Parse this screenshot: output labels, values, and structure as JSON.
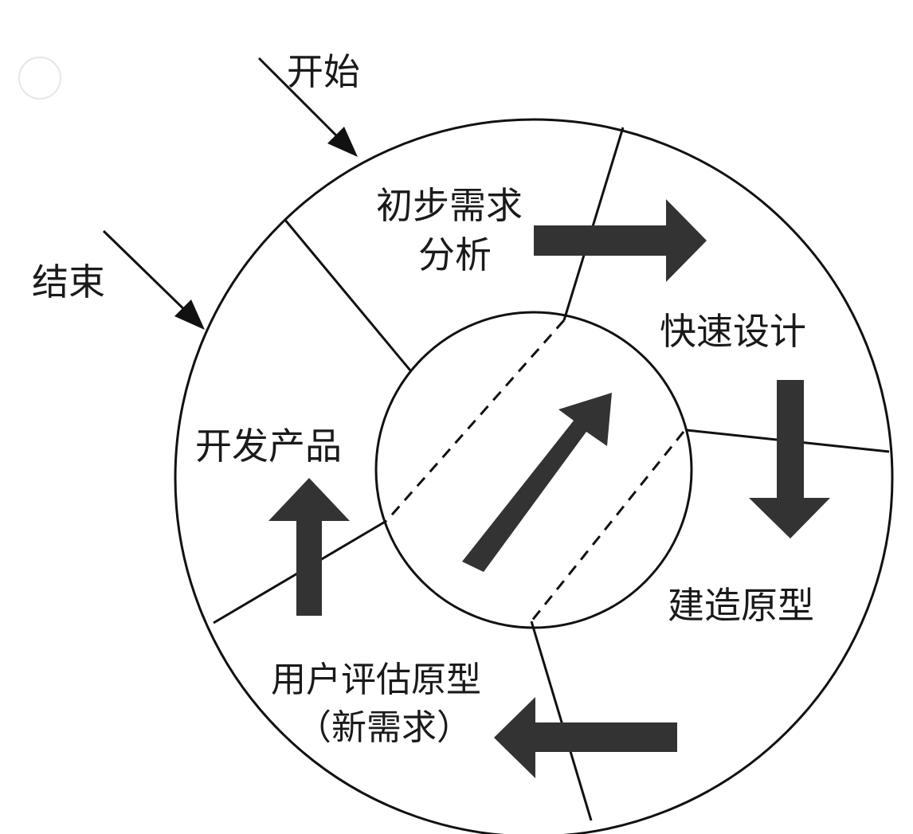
{
  "labels": {
    "start": "开始",
    "end": "结束",
    "requirements_line1": "初步需求",
    "requirements_line2": "分析",
    "quick_design": "快速设计",
    "build_prototype": "建造原型",
    "user_eval_line1": "用户评估原型",
    "user_eval_line2": "（新需求）",
    "develop_product": "开发产品"
  },
  "colors": {
    "stroke": "#111111",
    "arrow_fill": "#333333",
    "background": "#ffffff"
  }
}
